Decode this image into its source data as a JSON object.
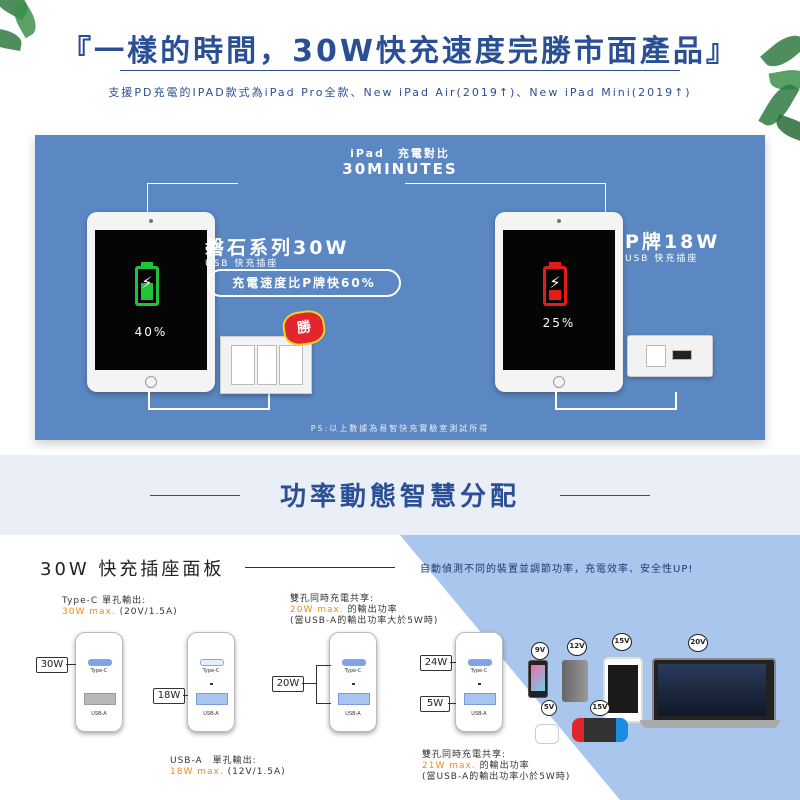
{
  "header": {
    "title": "『一樣的時間，30W快充速度完勝市面產品』",
    "subtitle": "支援PD充電的IPAD款式為iPad Pro全款、New iPad Air(2019↑)、New iPad Mini(2019↑)"
  },
  "comparison": {
    "head_small": "iPad　充電對比",
    "head_main": "30MINUTES",
    "left": {
      "brand": "磐石系列30W",
      "sub": "USB 快充插座",
      "badge": "充電速度比P牌快60%",
      "win_label": "勝",
      "percent_text": "40%",
      "level": 0.6,
      "color": "#22c33a"
    },
    "right": {
      "brand": "P牌18W",
      "sub": "USB 快充插座",
      "percent_text": "25%",
      "level": 0.35,
      "color": "#e21b1b"
    },
    "ps_note": "PS:以上數據為易智快充實驗室測試所得"
  },
  "section2": {
    "title": "功率動態智慧分配",
    "card_title": "30W 快充插座面板",
    "note": "自動偵測不同的裝置並調節功率，充電效率、安全性UP!",
    "typec_single": {
      "line1": "Type-C 單孔輸出:",
      "line2_orange": "30W max.",
      "line2_rest": "(20V/1.5A)"
    },
    "dual_large": {
      "line1": "雙孔同時充電共享:",
      "line2_orange": "20W max.",
      "line2_rest": "的輸出功率",
      "line3": "(當USB-A的輸出功率大於5W時)"
    },
    "usba_single": {
      "line1": "USB-A　單孔輸出:",
      "line2_orange": "18W max.",
      "line2_rest": "(12V/1.5A)"
    },
    "dual_small": {
      "line1": "雙孔同時充電共享:",
      "line2_orange": "21W max.",
      "line2_rest": "的輸出功率",
      "line3": "(當USB-A的輸出功率小於5W時)"
    },
    "plates": [
      {
        "c_label": "Type-C",
        "a_label": "USB-A",
        "watt_tags": [
          "30W"
        ]
      },
      {
        "c_label": "Type-C",
        "a_label": "USB-A",
        "watt_tags": [
          "18W"
        ]
      },
      {
        "c_label": "Type-C",
        "a_label": "USB-A",
        "watt_tags": [
          "20W"
        ]
      },
      {
        "c_label": "Type-C",
        "a_label": "USB-A",
        "watt_tags": [
          "24W",
          "5W"
        ]
      }
    ],
    "voltages": [
      "9V",
      "12V",
      "15V",
      "20V",
      "5V",
      "15V"
    ]
  }
}
